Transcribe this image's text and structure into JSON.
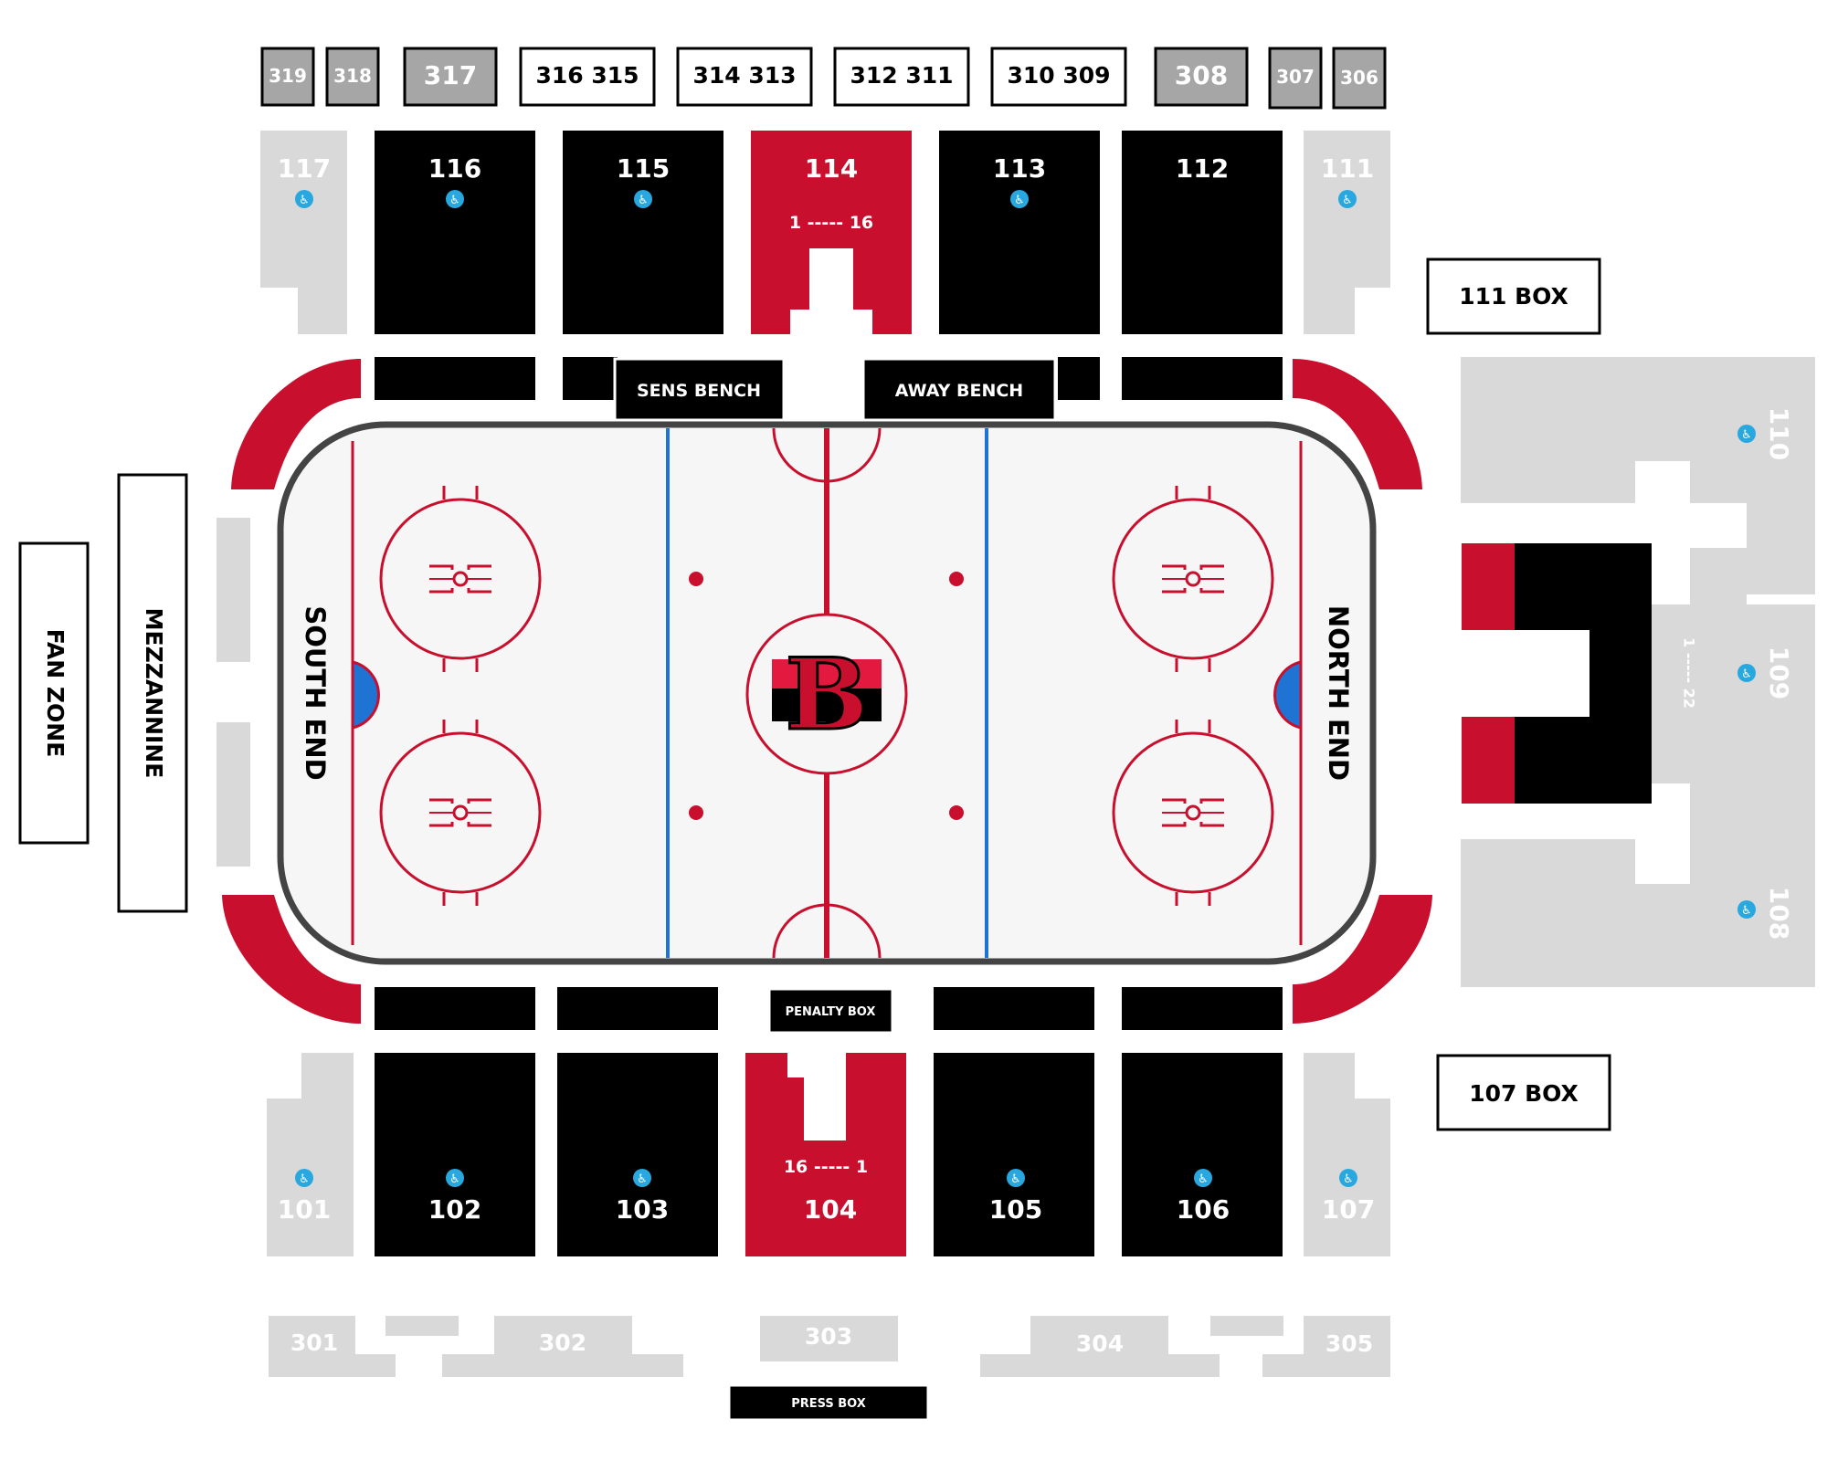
{
  "colors": {
    "black": "#000000",
    "red": "#c8102e",
    "grey": "#d9d9d9",
    "dark_grey": "#a6a6a6",
    "blue": "#1f73d2",
    "accessible_icon": "#29a8e0",
    "ice": "#f6f6f6",
    "rink_border": "#444444",
    "white": "#ffffff"
  },
  "upper_boxes": {
    "s319": "319",
    "s318": "318",
    "s317": "317",
    "s316_315": "316 315",
    "s314_313": "314 313",
    "s312_311": "312 311",
    "s310_309": "310 309",
    "s308": "308",
    "s307": "307",
    "s306": "306"
  },
  "top_sections": {
    "s117": "117",
    "s116": "116",
    "s115": "115",
    "s114": "114",
    "s114_rows": "1 ----- 16",
    "s113": "113",
    "s112": "112",
    "s111": "111"
  },
  "bottom_sections": {
    "s101": "101",
    "s102": "102",
    "s103": "103",
    "s104": "104",
    "s104_rows": "16 ----- 1",
    "s105": "105",
    "s106": "106",
    "s107": "107"
  },
  "end_sections": {
    "s110": "110",
    "s109": "109",
    "s109_rows": "1 ----- 22",
    "s108": "108"
  },
  "balcony": {
    "s301": "301",
    "s302": "302",
    "s303": "303",
    "s304": "304",
    "s305": "305"
  },
  "boxes": {
    "box111": "111 BOX",
    "box107": "107 BOX",
    "fan_zone": "FAN ZONE",
    "mezzanine": "MEZZANNINE"
  },
  "rink": {
    "sens_bench": "SENS BENCH",
    "away_bench": "AWAY BENCH",
    "penalty_box": "PENALTY BOX",
    "press_box": "PRESS BOX",
    "south_end": "SOUTH END",
    "north_end": "NORTH END",
    "logo_letter": "B"
  },
  "icons": {
    "accessible": "♿"
  }
}
